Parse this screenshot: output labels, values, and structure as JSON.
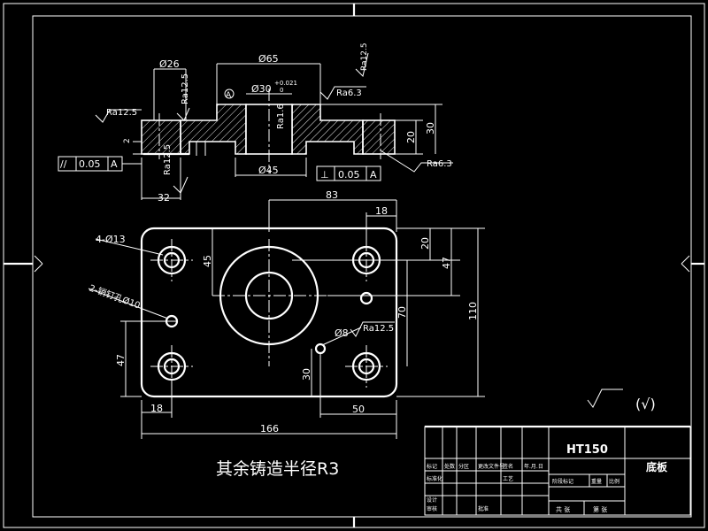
{
  "section": {
    "dims": {
      "d26": "Ø26",
      "d65": "Ø65",
      "d30": "Ø30",
      "d30_tol_upper": "+0.021",
      "d30_tol_lower": "0",
      "d45": "Ø45",
      "h2": "2",
      "h20": "20",
      "h30": "30",
      "w32": "32"
    },
    "roughness": {
      "ra12_5_left": "Ra12.5",
      "ra12_5_top": "Ra12.5",
      "ra12_5_vert": "Ra12.5",
      "ra12_5_bottom": "Ra12.5",
      "ra6_3_top": "Ra6.3",
      "ra1_6": "Ra1.6",
      "ra6_3_right": "Ra6.3"
    },
    "datum": "A",
    "tolerances": {
      "parallel_symbol": "//",
      "parallel_value": "0.05",
      "parallel_datum": "A",
      "perp_symbol": "⊥",
      "perp_value": "0.05",
      "perp_datum": "A"
    }
  },
  "plan": {
    "dims": {
      "w83": "83",
      "w18_top": "18",
      "h20": "20",
      "h47_right": "47",
      "h110": "110",
      "h70": "70",
      "h45": "45",
      "h47_left": "47",
      "w18_bottom": "18",
      "w50": "50",
      "w166": "166",
      "h30": "30"
    },
    "notes": {
      "holes": "4-Ø13",
      "pin_holes": "2-销钉孔Ø10",
      "small_hole": "Ø8",
      "small_hole_ra": "Ra12.5"
    }
  },
  "general_note": "其余铸造半径R3",
  "other_roughness": "(√)",
  "title_block": {
    "material": "HT150",
    "part_name": "底板",
    "row_cells": [
      "标记",
      "处数",
      "分区",
      "更改文件号",
      "签名",
      "年.月.日"
    ],
    "approval": [
      "设计",
      "审核"
    ],
    "scale_cells": [
      "阶段标记",
      "重量",
      "比例"
    ],
    "bottom_cells": [
      "共 张",
      "第 张"
    ],
    "small_labels": [
      "标准化",
      "批准",
      "工艺"
    ]
  }
}
